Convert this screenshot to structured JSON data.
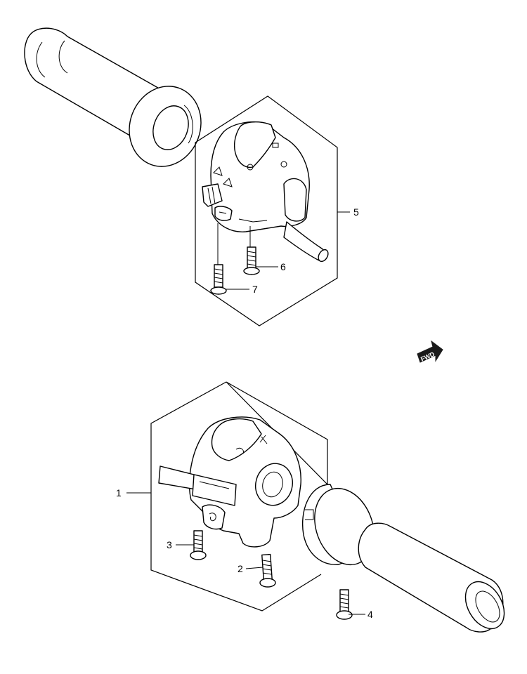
{
  "callouts": {
    "c1": "1",
    "c2": "2",
    "c3": "3",
    "c4": "4",
    "c5": "5",
    "c6": "6",
    "c7": "7"
  },
  "fwd_badge": {
    "label": "FWD"
  },
  "colors": {
    "line": "#000000",
    "fill": "#ffffff",
    "badge": "#1a1a1a"
  }
}
